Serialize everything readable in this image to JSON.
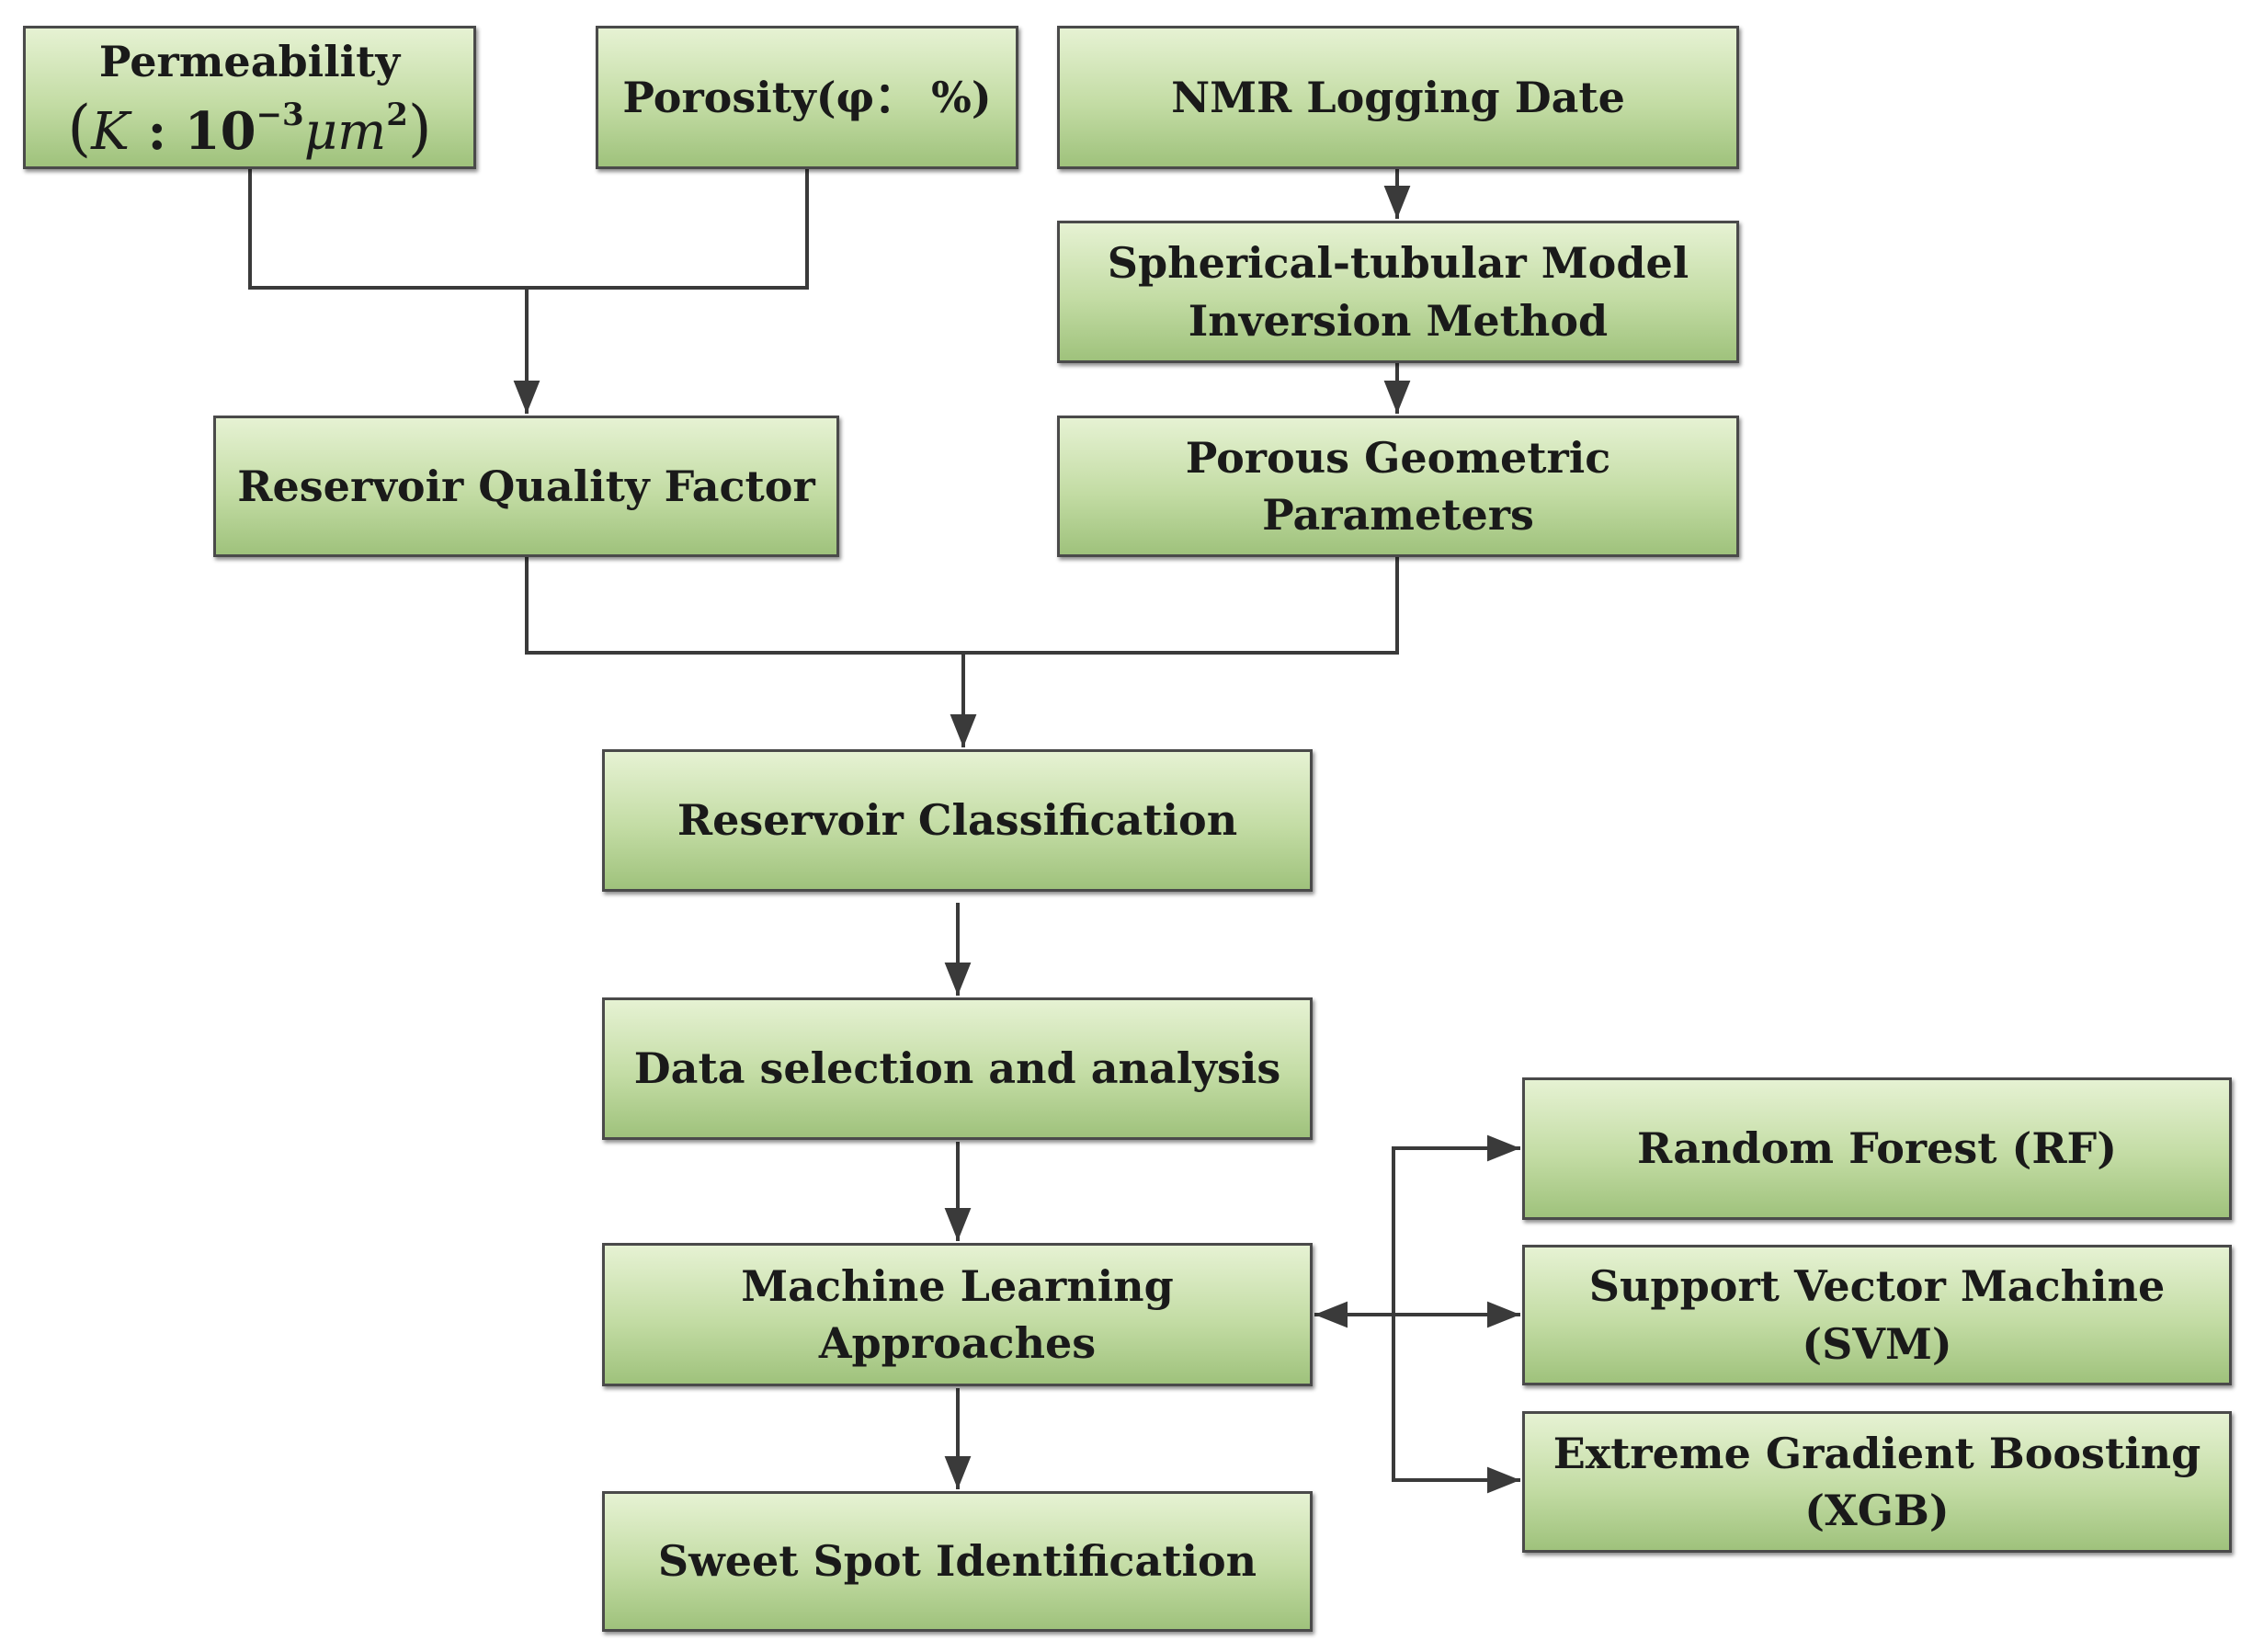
{
  "nodes": {
    "permeability": {
      "label": "Permeability",
      "math": {
        "open": "(",
        "var": "K",
        "colon": " : ",
        "base": "10",
        "exp": "−3",
        "unit_var": "μm",
        "unit_exp": "2",
        "close": ")"
      }
    },
    "porosity": {
      "label": "Porosity(φ： %)"
    },
    "nmr": {
      "label": "NMR Logging Date"
    },
    "spherical": {
      "line1": "Spherical-tubular Model",
      "line2": "Inversion Method"
    },
    "rqf": {
      "label": "Reservoir Quality Factor"
    },
    "porous": {
      "label": "Porous Geometric Parameters"
    },
    "classification": {
      "label": "Reservoir Classification"
    },
    "data_selection": {
      "label": "Data selection and analysis"
    },
    "ml": {
      "label": "Machine Learning Approaches"
    },
    "sweet_spot": {
      "label": "Sweet Spot Identification"
    },
    "rf": {
      "label": "Random Forest (RF)"
    },
    "svm": {
      "label": "Support Vector Machine (SVM)"
    },
    "xgb": {
      "line1": "Extreme Gradient Boosting",
      "line2": "(XGB)"
    }
  },
  "colors": {
    "box_top": "#e6f2d3",
    "box_mid": "#c3dca4",
    "box_bottom": "#9fc27c",
    "border": "#4a4a4a",
    "connector": "#3a3a3a"
  }
}
